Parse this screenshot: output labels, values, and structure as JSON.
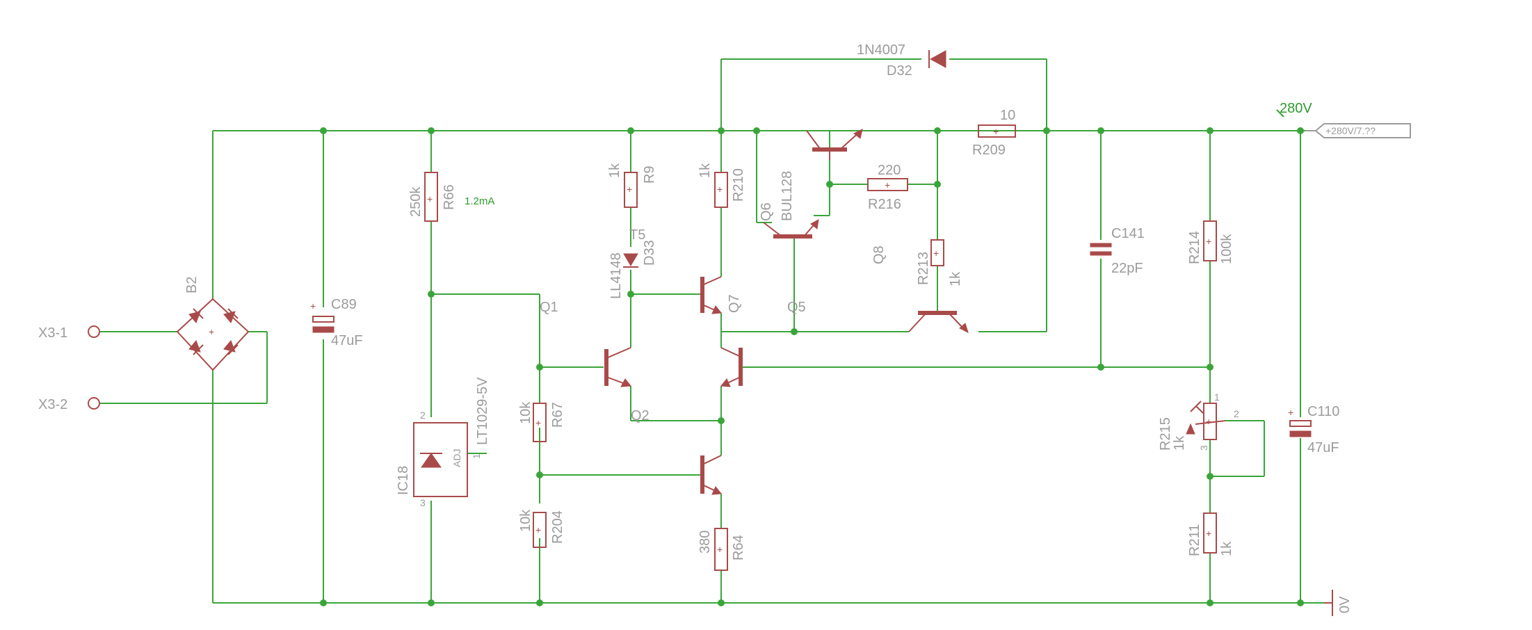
{
  "colors": {
    "wire": "#3aa53a",
    "part": "#a94a4a",
    "label": "#9b9b9b",
    "net": "#2f9a2f"
  },
  "connectors": {
    "x3_1": "X3-1",
    "x3_2": "X3-2"
  },
  "bridge": {
    "name": "B2"
  },
  "c89": {
    "name": "C89",
    "value": "47uF"
  },
  "r66": {
    "name": "R66",
    "value": "250k",
    "current": "1.2mA"
  },
  "ic18": {
    "name": "IC18",
    "part": "LT1029-5V",
    "adj": "ADJ",
    "pin2": "2",
    "pin3": "3",
    "pin1": "1"
  },
  "r67": {
    "name": "R67",
    "value": "10k"
  },
  "r204": {
    "name": "R204",
    "value": "10k"
  },
  "q1": {
    "name": "Q1"
  },
  "q2": {
    "name": "Q2"
  },
  "r9": {
    "name": "R9",
    "value": "1k"
  },
  "d33": {
    "name": "D33",
    "part": "LL4148",
    "t": "T5"
  },
  "r210": {
    "name": "R210",
    "value": "1k"
  },
  "q7": {
    "name": "Q7"
  },
  "q6": {
    "name": "Q6",
    "part": "BUL128"
  },
  "q5": {
    "name": "Q5"
  },
  "q8": {
    "name": "Q8"
  },
  "r64": {
    "name": "R64",
    "value": "380"
  },
  "d32": {
    "name": "D32",
    "part": "1N4007"
  },
  "r209": {
    "name": "R209",
    "value": "10"
  },
  "r216": {
    "name": "R216",
    "value": "220"
  },
  "r213": {
    "name": "R213",
    "value": "1k"
  },
  "c141": {
    "name": "C141",
    "value": "22pF"
  },
  "r214": {
    "name": "R214",
    "value": "100k"
  },
  "r215": {
    "name": "R215",
    "value": "1k",
    "pin1": "1",
    "pin2": "2",
    "pin3": "3"
  },
  "r211": {
    "name": "R211",
    "value": "1k"
  },
  "c110": {
    "name": "C110",
    "value": "47uF"
  },
  "nets": {
    "v280": "280V",
    "v280_flag": "+280V/7.??",
    "gnd": "0V"
  }
}
